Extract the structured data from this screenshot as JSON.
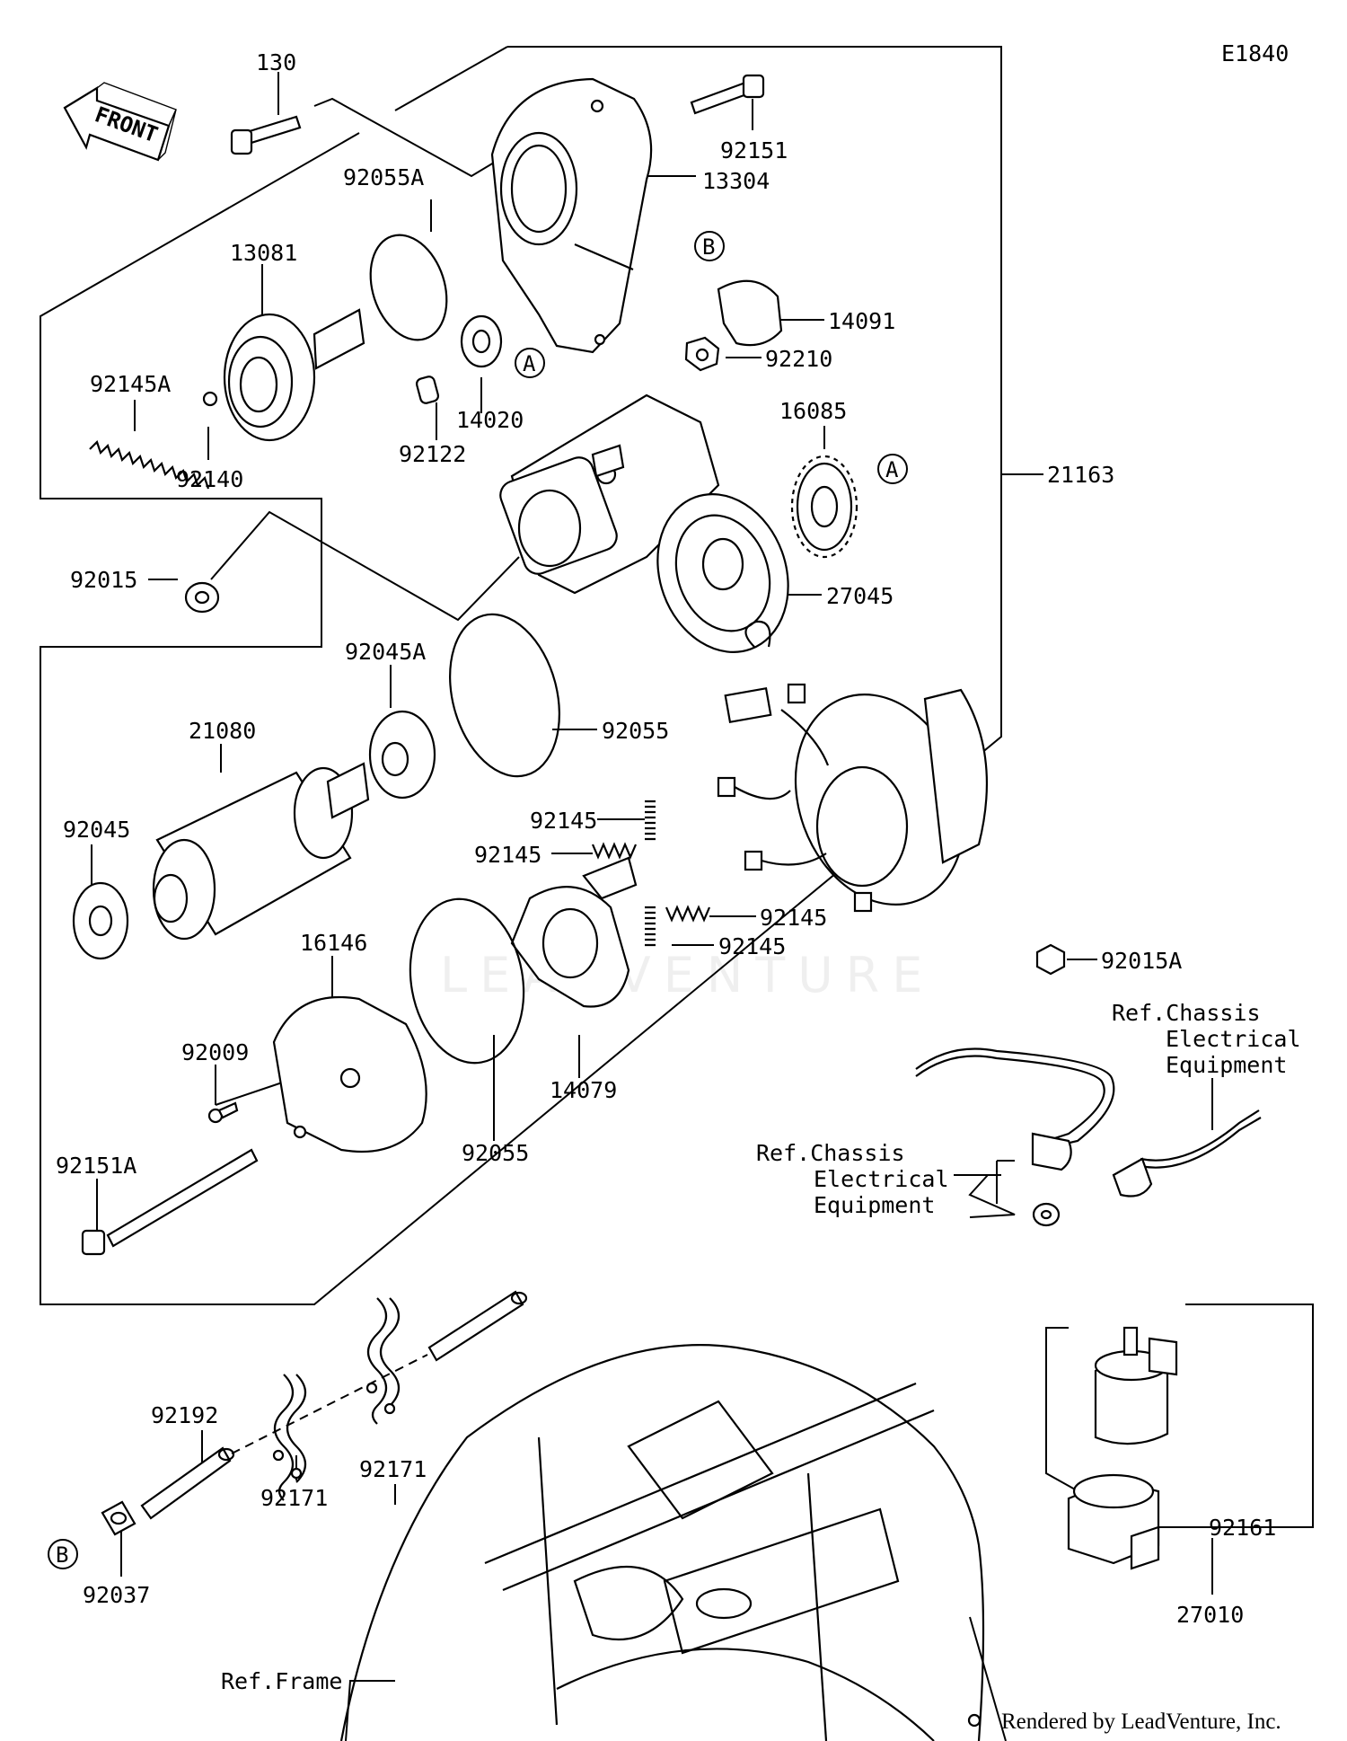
{
  "diagram_code": "E1840",
  "front_label": "FRONT",
  "credit": "Rendered by LeadVenture, Inc.",
  "watermark": "LEADVENTURE",
  "ref_markers": [
    "A",
    "B"
  ],
  "parts": {
    "p130": "130",
    "p92151": "92151",
    "p13304": "13304",
    "p92055A": "92055A",
    "p13081": "13081",
    "p14091": "14091",
    "p92210": "92210",
    "p92145A": "92145A",
    "p14020": "14020",
    "p92122": "92122",
    "p92140": "92140",
    "p16085": "16085",
    "p21163": "21163",
    "p92015": "92015",
    "p27045": "27045",
    "p92045A": "92045A",
    "p21080": "21080",
    "p92055_top": "92055",
    "p92045": "92045",
    "p92145_1": "92145",
    "p92145_2": "92145",
    "p92145_3": "92145",
    "p92145_4": "92145",
    "p16146": "16146",
    "p92009": "92009",
    "p14079": "14079",
    "p92055_bot": "92055",
    "p92151A": "92151A",
    "p92015A": "92015A",
    "p92192": "92192",
    "p92171_1": "92171",
    "p92171_2": "92171",
    "p92037": "92037",
    "p92161": "92161",
    "p27010": "27010"
  },
  "refs": {
    "chassis_1": [
      "Ref.Chassis",
      "Electrical",
      "Equipment"
    ],
    "chassis_2": [
      "Ref.Chassis",
      "Electrical",
      "Equipment"
    ],
    "frame": "Ref.Frame"
  }
}
